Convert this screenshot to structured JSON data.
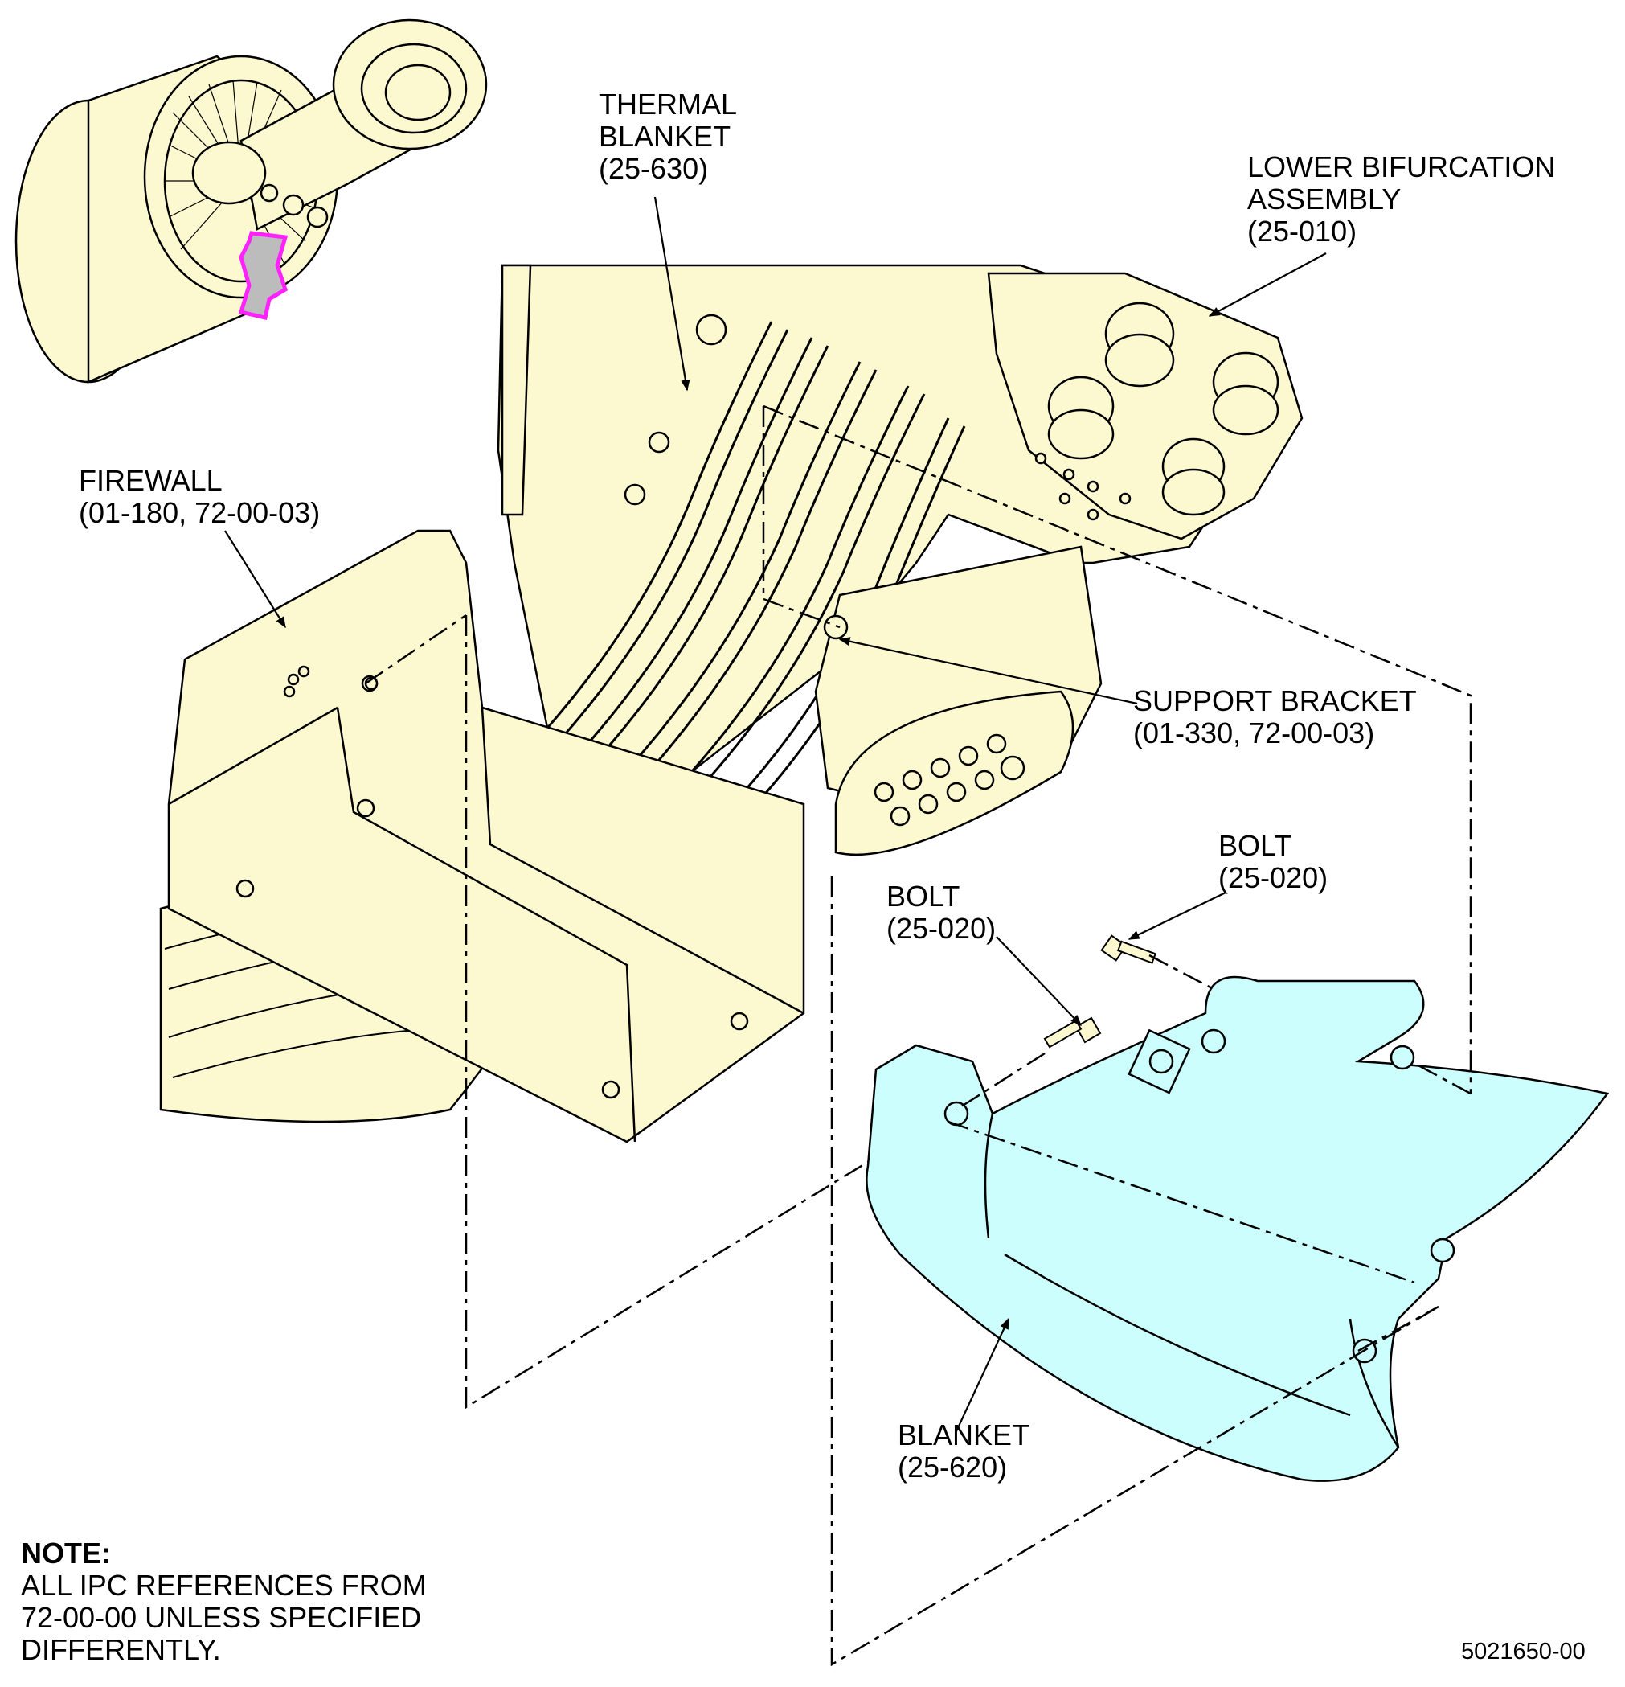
{
  "colors": {
    "engine_fill": "#fcf8cf",
    "blanket_fill": "#ccfefe",
    "highlight": "#ff22ff",
    "highlight_fill": "#bcbcbc",
    "line": "#000000"
  },
  "callouts": {
    "thermal_blanket": {
      "line1": "THERMAL",
      "line2": "BLANKET",
      "ref": "(25-630)"
    },
    "lower_bifurcation": {
      "line1": "LOWER BIFURCATION",
      "line2": "ASSEMBLY",
      "ref": "(25-010)"
    },
    "firewall": {
      "line1": "FIREWALL",
      "ref": "(01-180, 72-00-03)"
    },
    "support_bracket": {
      "line1": "SUPPORT BRACKET",
      "ref": "(01-330, 72-00-03)"
    },
    "bolt_right": {
      "line1": "BOLT",
      "ref": "(25-020)"
    },
    "bolt_left": {
      "line1": "BOLT",
      "ref": "(25-020)"
    },
    "blanket": {
      "line1": "BLANKET",
      "ref": "(25-620)"
    }
  },
  "note": {
    "title": "NOTE:",
    "lines": [
      "ALL IPC REFERENCES FROM",
      "72-00-00 UNLESS SPECIFIED",
      "DIFFERENTLY."
    ]
  },
  "figure_number": "5021650-00"
}
